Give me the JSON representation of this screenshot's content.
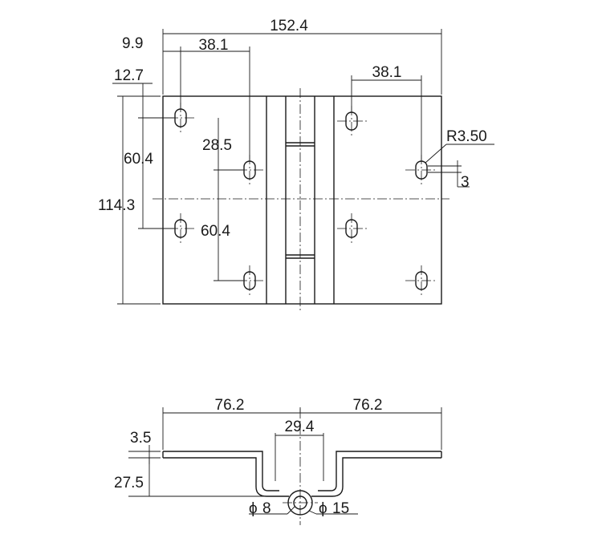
{
  "top_view": {
    "overall_width": "152.4",
    "edge_to_hole": "9.9",
    "hole_spacing_left": "38.1",
    "hole_spacing_right": "38.1",
    "top_offset": "12.7",
    "vertical_pitch_left": "60.4",
    "overall_height": "114.3",
    "inner_offset": "28.5",
    "vertical_pitch_inner": "60.4",
    "slot_radius": "R3.50",
    "slot_length": "3"
  },
  "side_view": {
    "half_width_left": "76.2",
    "half_width_right": "76.2",
    "knuckle_width": "29.4",
    "thickness": "3.5",
    "drop_height": "27.5",
    "pin_diameter": "8",
    "knuckle_diameter": "15",
    "diameter_symbol": "ϕ"
  }
}
